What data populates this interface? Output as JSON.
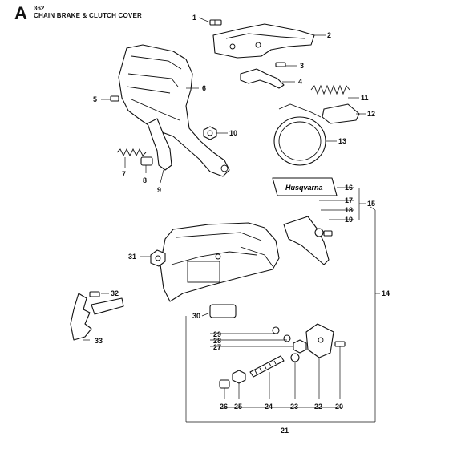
{
  "header": {
    "section_letter": "A",
    "model": "362",
    "title": "CHAIN BRAKE & CLUTCH COVER"
  },
  "decal_text": "Husqvarna",
  "callouts": [
    "1",
    "2",
    "3",
    "4",
    "5",
    "6",
    "7",
    "8",
    "9",
    "10",
    "11",
    "12",
    "13",
    "14",
    "15",
    "16",
    "17",
    "18",
    "19",
    "20",
    "21",
    "22",
    "23",
    "24",
    "25",
    "26",
    "27",
    "28",
    "29",
    "30",
    "31",
    "32",
    "33"
  ]
}
